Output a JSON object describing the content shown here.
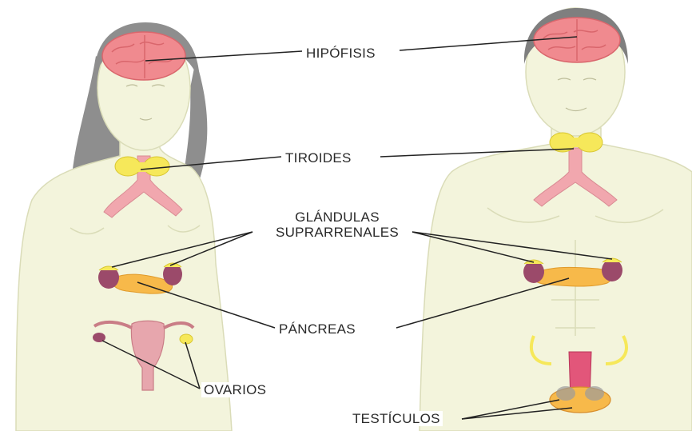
{
  "labels": {
    "hipofisis": "HIPÓFISIS",
    "tiroides": "TIROIDES",
    "glandulas_line1": "GLÁNDULAS",
    "glandulas_line2": "SUPRARRENALES",
    "pancreas": "PÁNCREAS",
    "ovarios": "OVARIOS",
    "testiculos": "TESTÍCULOS"
  },
  "colors": {
    "skin": "#f3f4dc",
    "skin_outline": "#dadcb8",
    "hair_female": "#8e8e8e",
    "hair_male": "#7f7f7f",
    "brain": "#f08a8f",
    "thyroid": "#f6e85a",
    "trachea": "#f1a7ae",
    "adrenal": "#9b4a6a",
    "pancreas": "#f7b94a",
    "uterus": "#e7a6ad",
    "leader_line": "#222222"
  }
}
